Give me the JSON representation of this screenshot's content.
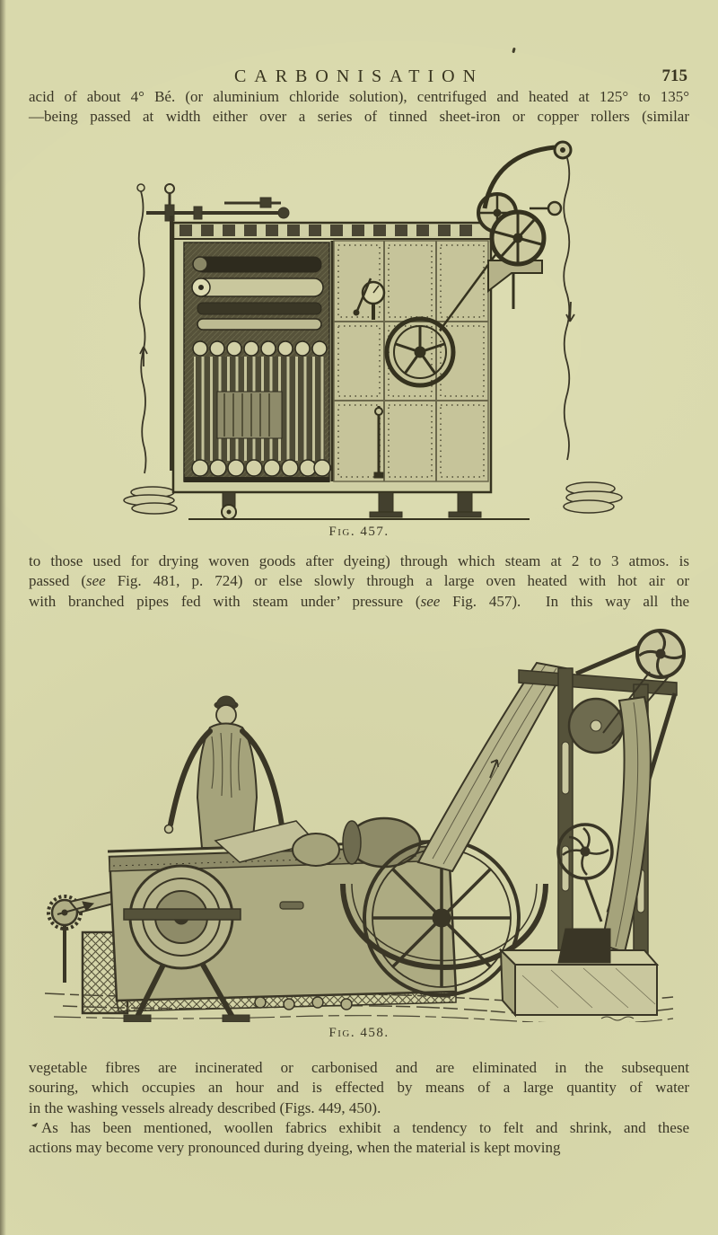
{
  "header": {
    "title": "CARBONISATION",
    "page_number": "715"
  },
  "colors": {
    "paper": "#d9d9ac",
    "ink": "#3a3626"
  },
  "figures": [
    {
      "caption": "Fig. 457."
    },
    {
      "caption": "Fig. 458."
    }
  ],
  "paragraphs": [
    {
      "indent": false,
      "lines": [
        {
          "justify": true,
          "segments": [
            {
              "text": "acid of about 4° Bé. (or aluminium chloride solution), centrifuged and heated at 125° to 135°"
            }
          ]
        },
        {
          "justify": true,
          "segments": [
            {
              "text": "—being passed at width either over a series of tinned sheet-iron or copper rollers (similar"
            }
          ]
        }
      ]
    },
    {
      "indent": false,
      "lines": [
        {
          "justify": true,
          "segments": [
            {
              "text": "to those used for drying woven goods after dyeing) through which steam at 2 to 3 atmos. is"
            }
          ]
        },
        {
          "justify": true,
          "segments": [
            {
              "text": "passed (",
              "italic": false
            },
            {
              "text": "see",
              "italic": true
            },
            {
              "text": " Fig. 481, p. 724) or else slowly through a large oven heated with hot air or"
            }
          ]
        },
        {
          "justify": true,
          "segments": [
            {
              "text": "with branched pipes fed with steam under’ pressure ("
            },
            {
              "text": "see",
              "italic": true
            },
            {
              "text": " Fig. 457).  In this way all the"
            }
          ]
        }
      ]
    },
    {
      "indent": false,
      "lines": [
        {
          "justify": true,
          "segments": [
            {
              "text": "vegetable fibres are incinerated or carbonised and are eliminated in the subsequent"
            }
          ]
        },
        {
          "justify": true,
          "segments": [
            {
              "text": "souring, which occupies an hour and is effected by means of a large quantity of water"
            }
          ]
        },
        {
          "justify": false,
          "segments": [
            {
              "text": "in the washing vessels already described (Figs. 449, 450)."
            }
          ]
        }
      ]
    },
    {
      "indent": true,
      "lines": [
        {
          "justify": true,
          "segments": [
            {
              "text": "As has been mentioned, woollen fabrics exhibit a tendency to felt and shrink, and these"
            }
          ]
        },
        {
          "justify": false,
          "segments": [
            {
              "text": "actions may become very pronounced during dyeing, when the material is kept moving"
            }
          ]
        }
      ]
    }
  ]
}
